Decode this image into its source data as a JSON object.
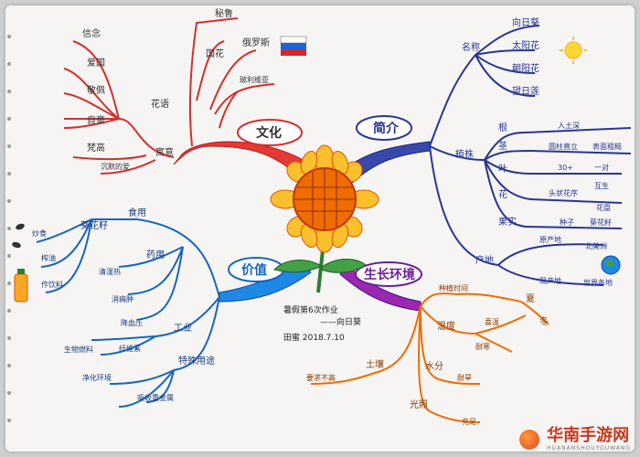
{
  "center": {
    "main_branches": [
      "文化",
      "简介",
      "价值",
      "生长环境"
    ],
    "author_lines": [
      "暑假第6次作业",
      "——向日葵",
      "田蜜  2018.7.10"
    ]
  },
  "culture": {
    "items": [
      "信念",
      "爱国",
      "花语",
      "敬佩",
      "沉默的爱",
      "寓意",
      "自豪",
      "梵高",
      "俄罗斯",
      "国花",
      "秘鲁",
      "玻利维亚"
    ]
  },
  "intro": {
    "name_label": "名称",
    "names": [
      "向日葵",
      "太阳花",
      "朝阳花",
      "望日莲"
    ],
    "plant_label": "植株",
    "parts": [
      "根",
      "茎",
      "叶",
      "花",
      "果实"
    ],
    "part_notes": [
      "入土深",
      "圆柱直立",
      "表面粗糙",
      "30+",
      "一对",
      "互生",
      "头状花序",
      "花盘",
      "种子",
      "葵花籽"
    ],
    "origin_label": "产地",
    "origin_notes": [
      "原产地",
      "北美洲",
      "现产地",
      "世界各地"
    ]
  },
  "value": {
    "items": [
      "食用",
      "葵花籽",
      "炒食",
      "榨油",
      "作饮料",
      "药用",
      "清湿热",
      "消痈肿",
      "降血压",
      "工业",
      "生物燃料",
      "纤维素",
      "特殊用途",
      "净化环境",
      "吸收重金属"
    ]
  },
  "environment": {
    "items": [
      "种植时间",
      "温度",
      "喜温",
      "耐寒",
      "夏",
      "冬",
      "土壤",
      "要求不高",
      "水分",
      "耐旱",
      "光照",
      "充足"
    ]
  },
  "watermark": {
    "cn": "华南手游网",
    "en": "HUANANSHOUYOUWANG"
  }
}
